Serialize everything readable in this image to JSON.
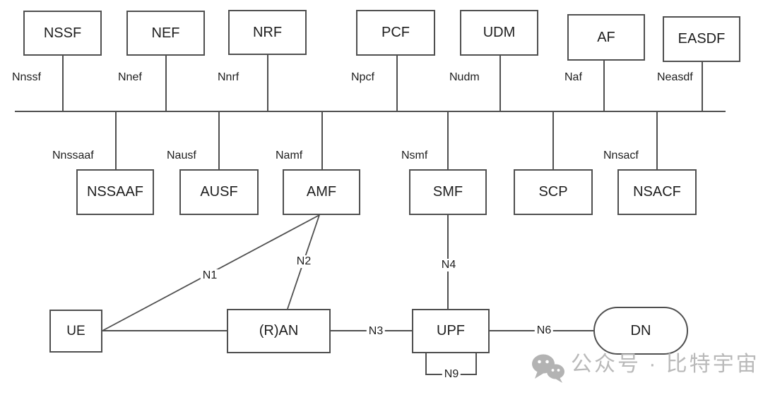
{
  "diagram_type": "5g-core-service-based-architecture",
  "colors": {
    "line": "#4f4f4f",
    "box_border": "#4f4f4f",
    "text": "#1e1e1e",
    "watermark": "#b9b9b9",
    "background": "#ffffff"
  },
  "top_row": [
    {
      "id": "nssf",
      "label": "NSSF",
      "interface": "Nnssf"
    },
    {
      "id": "nef",
      "label": "NEF",
      "interface": "Nnef"
    },
    {
      "id": "nrf",
      "label": "NRF",
      "interface": "Nnrf"
    },
    {
      "id": "pcf",
      "label": "PCF",
      "interface": "Npcf"
    },
    {
      "id": "udm",
      "label": "UDM",
      "interface": "Nudm"
    },
    {
      "id": "af",
      "label": "AF",
      "interface": "Naf"
    },
    {
      "id": "easdf",
      "label": "EASDF",
      "interface": "Neasdf"
    }
  ],
  "middle_row": [
    {
      "id": "nssaaf",
      "label": "NSSAAF",
      "interface": "Nnssaaf"
    },
    {
      "id": "ausf",
      "label": "AUSF",
      "interface": "Nausf"
    },
    {
      "id": "amf",
      "label": "AMF",
      "interface": "Namf"
    },
    {
      "id": "smf",
      "label": "SMF",
      "interface": "Nsmf"
    },
    {
      "id": "scp",
      "label": "SCP",
      "interface": ""
    },
    {
      "id": "nsacf",
      "label": "NSACF",
      "interface": "Nnsacf"
    }
  ],
  "bottom_row": [
    {
      "id": "ue",
      "label": "UE"
    },
    {
      "id": "ran",
      "label": "(R)AN"
    },
    {
      "id": "upf",
      "label": "UPF"
    },
    {
      "id": "dn",
      "label": "DN"
    }
  ],
  "reference_points": {
    "n1": "N1",
    "n2": "N2",
    "n3": "N3",
    "n4": "N4",
    "n6": "N6",
    "n9": "N9"
  },
  "watermark": {
    "icon": "wechat-icon",
    "text": "公众号 · 比特宇宙"
  }
}
